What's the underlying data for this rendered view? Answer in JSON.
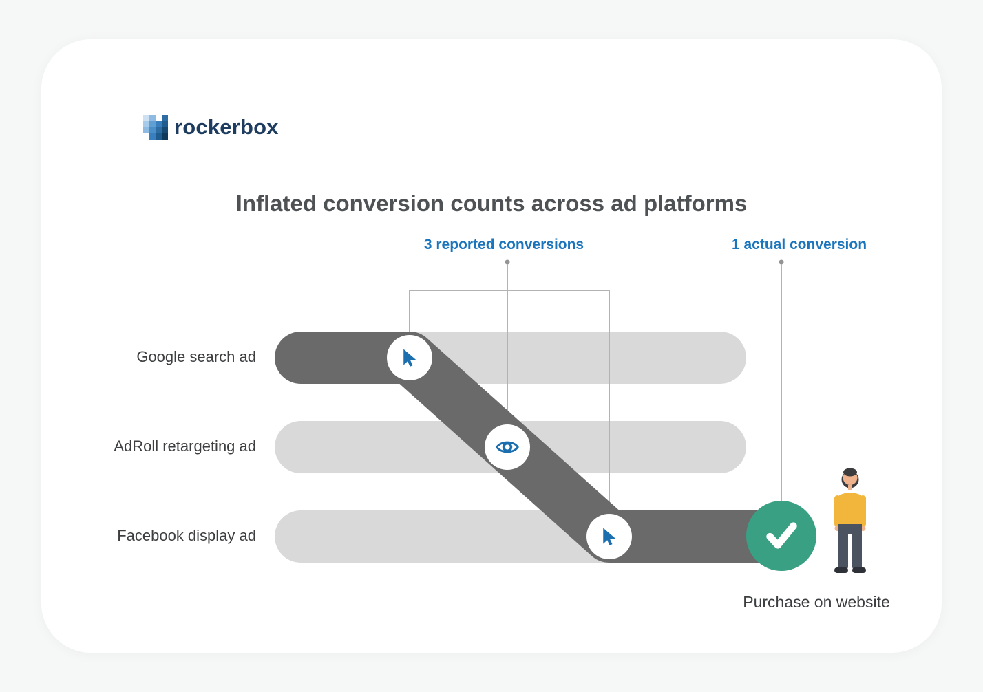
{
  "brand": {
    "name": "rockerbox"
  },
  "title": "Inflated conversion counts across ad platforms",
  "annotations": {
    "reported": "3 reported conversions",
    "actual": "1 actual conversion"
  },
  "rows": [
    {
      "label": "Google search ad",
      "touchpoint_icon": "cursor-click-icon"
    },
    {
      "label": "AdRoll retargeting ad",
      "touchpoint_icon": "eye-impression-icon"
    },
    {
      "label": "Facebook display ad",
      "touchpoint_icon": "cursor-click-icon"
    }
  ],
  "conversion": {
    "caption": "Purchase on website",
    "icon": "checkmark-icon"
  },
  "colors": {
    "annotation_blue": "#1b75bc",
    "icon_blue": "#1b6fae",
    "bar_light_gray": "#d9d9d9",
    "journey_dark_gray": "#6a6a6a",
    "check_teal": "#3aa083",
    "brand_navy": "#1d3c5f",
    "title_gray": "#4f5254"
  }
}
